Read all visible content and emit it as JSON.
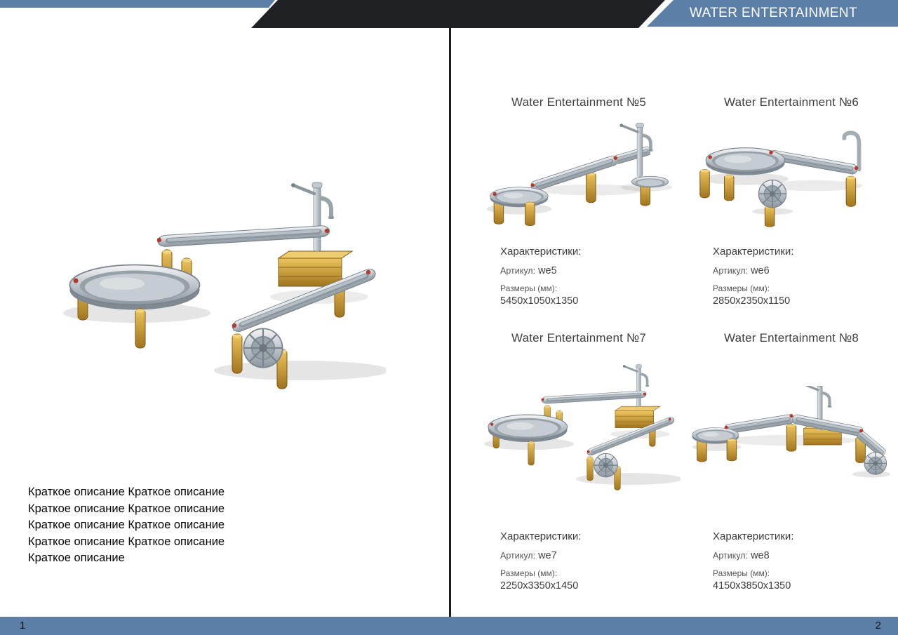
{
  "header": {
    "title": "WATER ENTERTAINMENT"
  },
  "footer": {
    "left_page_number": "1",
    "right_page_number": "2"
  },
  "colors": {
    "accent_blue": "#5b7fa7",
    "dark_band": "#202124",
    "wood": "#c9962f",
    "metal": "#aeb6bc",
    "marker_red": "#b23a2a"
  },
  "left_page": {
    "description_lines": [
      "Краткое описание Краткое описание",
      "Краткое описание Краткое описание",
      "Краткое описание Краткое описание",
      "Краткое описание Краткое описание",
      "Краткое описание"
    ]
  },
  "right_page": {
    "products": [
      {
        "title": "Water Entertainment №5",
        "characteristics_label": "Характеристики:",
        "article_label": "Артикул:",
        "article_value": "we5",
        "dimensions_label": "Размеры (мм):",
        "dimensions_value": "5450x1050x1350"
      },
      {
        "title": "Water Entertainment №6",
        "characteristics_label": "Характеристики:",
        "article_label": "Артикул:",
        "article_value": "we6",
        "dimensions_label": "Размеры (мм):",
        "dimensions_value": "2850x2350x1150"
      },
      {
        "title": "Water Entertainment №7",
        "characteristics_label": "Характеристики:",
        "article_label": "Артикул:",
        "article_value": "we7",
        "dimensions_label": "Размеры (мм):",
        "dimensions_value": "2250x3350x1450"
      },
      {
        "title": "Water Entertainment №8",
        "characteristics_label": "Характеристики:",
        "article_label": "Артикул:",
        "article_value": "we8",
        "dimensions_label": "Размеры (мм):",
        "dimensions_value": "4150x3850x1350"
      }
    ]
  }
}
